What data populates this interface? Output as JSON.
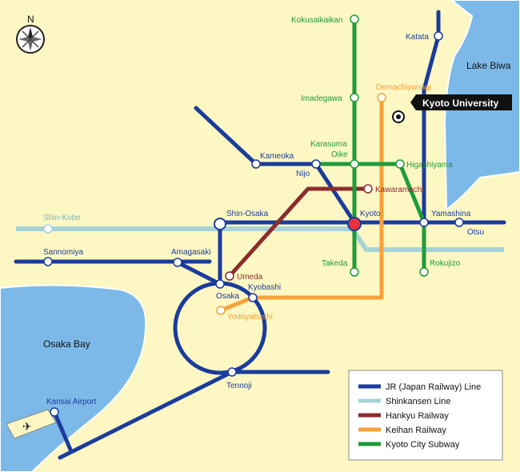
{
  "colors": {
    "land": "#fdf7c3",
    "water": "#7db9e8",
    "jr": "#1a3c9c",
    "shinkansen": "#a6d3d8",
    "hankyu": "#8b2c2c",
    "keihan": "#f7a23b",
    "subway": "#1e9c3a",
    "kyoto_station": "#e8333a"
  },
  "compass": {
    "label": "N",
    "icon": "compass-rose-icon"
  },
  "water_labels": {
    "bay": "Osaka Bay",
    "lake": "Lake Biwa"
  },
  "landmark": {
    "label": "Kyoto University",
    "icon": "bullseye-icon"
  },
  "airport_icon": "airplane-icon",
  "stations": {
    "kokusaikaikan": "Kokusaikaikan",
    "katata": "Katata",
    "demachiyanagi": "Demachiyanagi",
    "imadegawa": "Imadegawa",
    "karasuma": "Karasuma",
    "oike": "Oike",
    "kameoka": "Kameoka",
    "nijo": "Nijo",
    "higashiyama": "Higashiyama",
    "kawaramachi": "Kawaramachi",
    "shin_kobe": "Shin-Kobe",
    "shin_osaka": "Shin-Osaka",
    "kyoto": "Kyoto",
    "yamashina": "Yamashina",
    "otsu": "Otsu",
    "sannomiya": "Sannomiya",
    "amagasaki": "Amagasaki",
    "umeda": "Umeda",
    "takeda": "Takeda",
    "rokujizo": "Rokujizo",
    "kyobashi": "Kyobashi",
    "osaka": "Osaka",
    "yodoyabashi": "Yodoyabashi",
    "tennoji": "Tennoji",
    "kansai_airport": "Kansai Airport"
  },
  "legend": [
    {
      "label": "JR (Japan Railway) Line",
      "color": "#1a3c9c"
    },
    {
      "label": "Shinkansen Line",
      "color": "#a6d3d8"
    },
    {
      "label": "Hankyu Railway",
      "color": "#8b2c2c"
    },
    {
      "label": "Keihan Railway",
      "color": "#f7a23b"
    },
    {
      "label": "Kyoto City Subway",
      "color": "#1e9c3a"
    }
  ]
}
